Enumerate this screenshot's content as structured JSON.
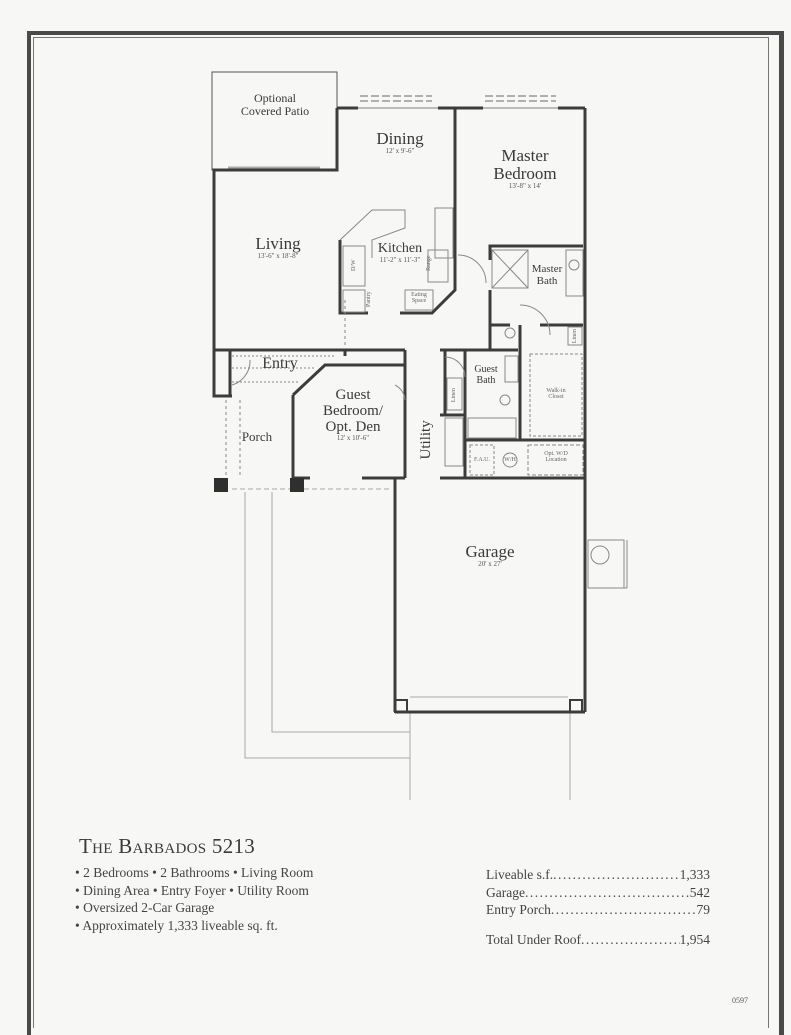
{
  "plan": {
    "rooms": [
      {
        "id": "patio",
        "name": "Optional Covered Patio",
        "line1": "Optional",
        "line2": "Covered Patio",
        "dims": ""
      },
      {
        "id": "dining",
        "name": "Dining",
        "dims": "12' x 9'-6\""
      },
      {
        "id": "master-bedroom",
        "name": "Master Bedroom",
        "line1": "Master",
        "line2": "Bedroom",
        "dims": "13'-8\" x 14'"
      },
      {
        "id": "living",
        "name": "Living",
        "dims": "13'-6\" x 18'-8\""
      },
      {
        "id": "kitchen",
        "name": "Kitchen",
        "dims": "11'-2\" x 11'-3\""
      },
      {
        "id": "master-bath",
        "name": "Master Bath",
        "line1": "Master",
        "line2": "Bath",
        "dims": ""
      },
      {
        "id": "entry",
        "name": "Entry",
        "dims": ""
      },
      {
        "id": "guest-bedroom",
        "name": "Guest Bedroom / Opt. Den",
        "line1": "Guest",
        "line2": "Bedroom/",
        "line3": "Opt. Den",
        "dims": "12' x 10'-6\""
      },
      {
        "id": "guest-bath",
        "name": "Guest Bath",
        "line1": "Guest",
        "line2": "Bath",
        "dims": ""
      },
      {
        "id": "walk-in-closet",
        "name": "Walk-in Closet",
        "line1": "Walk-in",
        "line2": "Closet",
        "dims": ""
      },
      {
        "id": "porch",
        "name": "Porch",
        "dims": ""
      },
      {
        "id": "utility",
        "name": "Utility",
        "dims": ""
      },
      {
        "id": "garage",
        "name": "Garage",
        "dims": "20' x 27'"
      }
    ],
    "fixtures": {
      "dw": "D/W",
      "pantry": "Pantry",
      "range": "Range",
      "eating_space": "Eating Space",
      "linen_master": "Linen",
      "linen_guest": "Linen",
      "fau": "F.A.U.",
      "wh": "W/H",
      "opt_wd_line1": "Opt. W/D",
      "opt_wd_line2": "Location"
    }
  },
  "info": {
    "title": "The Barbados 5213",
    "features": [
      "• 2 Bedrooms • 2 Bathrooms • Living Room",
      "• Dining Area • Entry Foyer • Utility Room",
      "• Oversized 2-Car Garage",
      "• Approximately 1,333 liveable sq. ft."
    ],
    "stats": [
      {
        "label": "Liveable s.f.",
        "value": "1,333"
      },
      {
        "label": "Garage",
        "value": "542"
      },
      {
        "label": "Entry Porch",
        "value": "79"
      }
    ],
    "total": {
      "label": "Total Under Roof",
      "value": "1,954"
    }
  },
  "page_code": "0597",
  "colors": {
    "wall": "#3c3c3c",
    "thin_line": "#9a9a9a",
    "paper": "#f7f7f5"
  }
}
